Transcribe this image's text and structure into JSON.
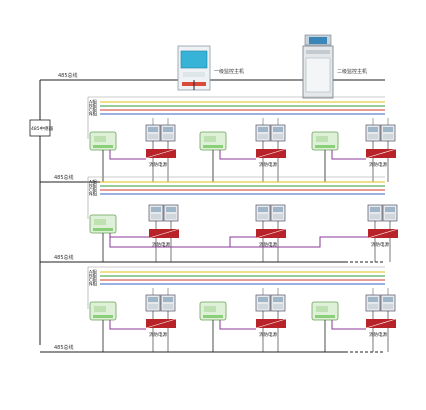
{
  "labels": {
    "bus_top": "485总线",
    "host1": "一级监控主机",
    "host2": "二级监控主机",
    "repeater": "485中继器",
    "bus_left1": "485总线",
    "bus_left2": "485总线",
    "bus_left3": "485总线",
    "red_label": "消防电源"
  },
  "bus_tags": [
    "A相",
    "B相",
    "C相",
    "N相"
  ],
  "colors": {
    "bus_a": "#e0c21a",
    "bus_b": "#2f9a3a",
    "bus_c": "#d23a2a",
    "bus_n": "#3a63c6",
    "purple": "#8a3a98",
    "red_block": "#b8232a"
  }
}
